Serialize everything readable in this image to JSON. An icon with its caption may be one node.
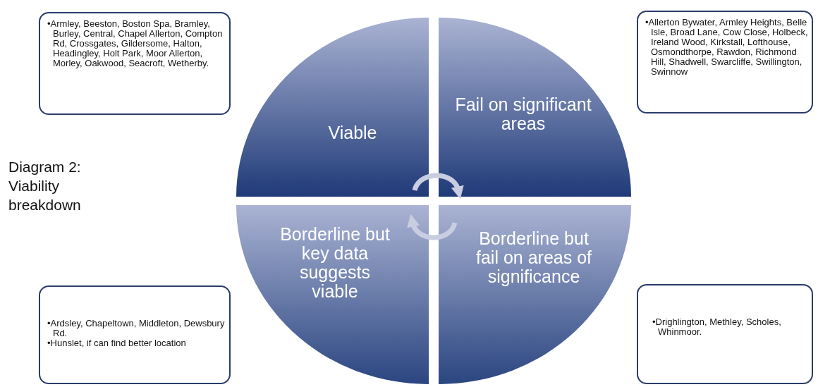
{
  "diagram": {
    "title": "Diagram 2: Viability breakdown",
    "nodes": [
      {
        "text": [
          "•Armley, Beeston, Boston Spa, Bramley, Burley, Central, Chapel Allerton, Compton Rd, Crossgates, Gildersome, Halton, Headingley, Holt Park,   Moor Allerton,  Morley, Oakwood, Seacroft, Wetherby."
        ]
      },
      {
        "text": [
          "•Allerton Bywater, Armley Heights, Belle Isle, Broad Lane, Cow Close, Holbeck, Ireland Wood, Kirkstall, Lofthouse, Osmondthorpe, Rawdon, Richmond Hill, Shadwell, Swarcliffe, Swillington, Swinnow"
        ]
      },
      {
        "text": [
          "Viable"
        ]
      },
      {
        "text": [
          "Fail on significant areas"
        ]
      },
      {
        "text": [
          "Borderline but key data suggests viable"
        ]
      },
      {
        "text": [
          "Borderline but fail on areas of significance"
        ]
      },
      {
        "text": [
          "•Ardsley, Chapeltown, Middleton, Dewsbury Rd.",
          "•Hunslet, if can find better location"
        ]
      },
      {
        "text": [
          "•Drighlington, Methley, Scholes, Whinmoor."
        ]
      }
    ],
    "edges": [
      {
        "from": 2,
        "to": 3,
        "arrow": "to"
      },
      {
        "from": 5,
        "to": 4,
        "arrow": "to"
      }
    ]
  }
}
